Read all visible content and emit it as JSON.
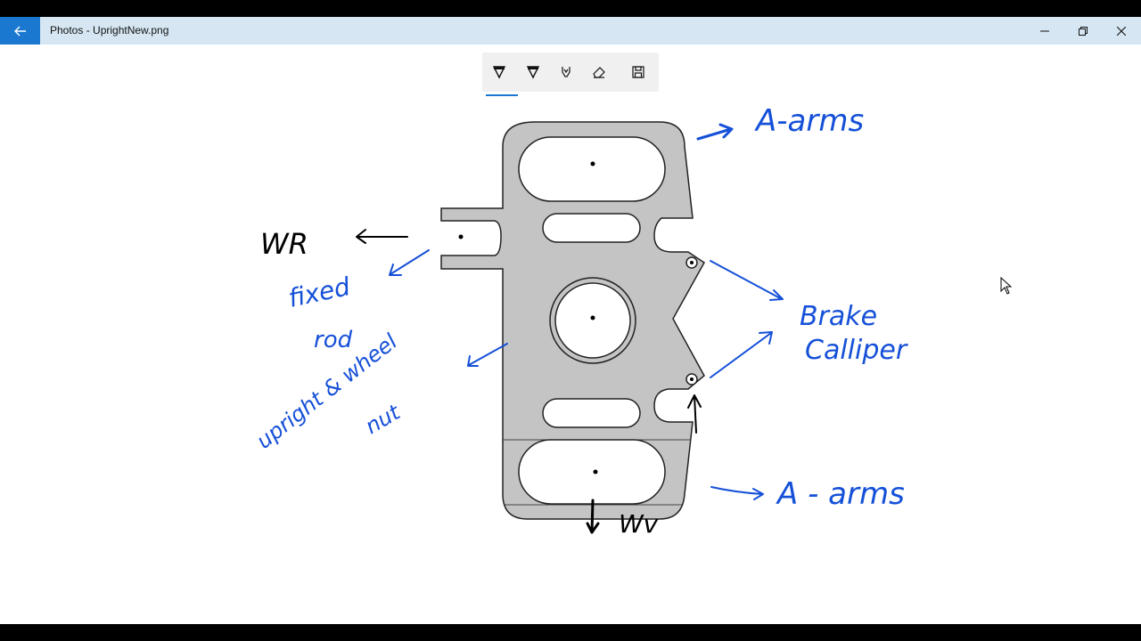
{
  "window": {
    "title": "Photos - UprightNew.png"
  },
  "icons": {
    "back": "back-arrow-icon",
    "minimize": "minimize-icon",
    "restore": "restore-icon",
    "close": "close-icon"
  },
  "toolbar": {
    "tools": [
      "ballpoint-pen-icon",
      "pencil-icon",
      "highlighter-icon",
      "eraser-icon",
      "save-icon"
    ],
    "selected_tool": "ballpoint-pen-icon"
  },
  "annotations": {
    "a_arms_top": "A-arms",
    "wr": "WR",
    "fixed": "fixed",
    "rod": "rod",
    "upright_wheel": "upright & wheel",
    "nut": "nut",
    "brake": "Brake",
    "calliper": "Calliper",
    "a_arms_bottom": "A - arms",
    "wv": "Wv"
  },
  "colors": {
    "accent": "#1a78d0",
    "ink_blue": "#1550d8",
    "ink_black": "#000000",
    "part_fill": "#c4c4c4",
    "titlebar": "#d6e7f3"
  }
}
